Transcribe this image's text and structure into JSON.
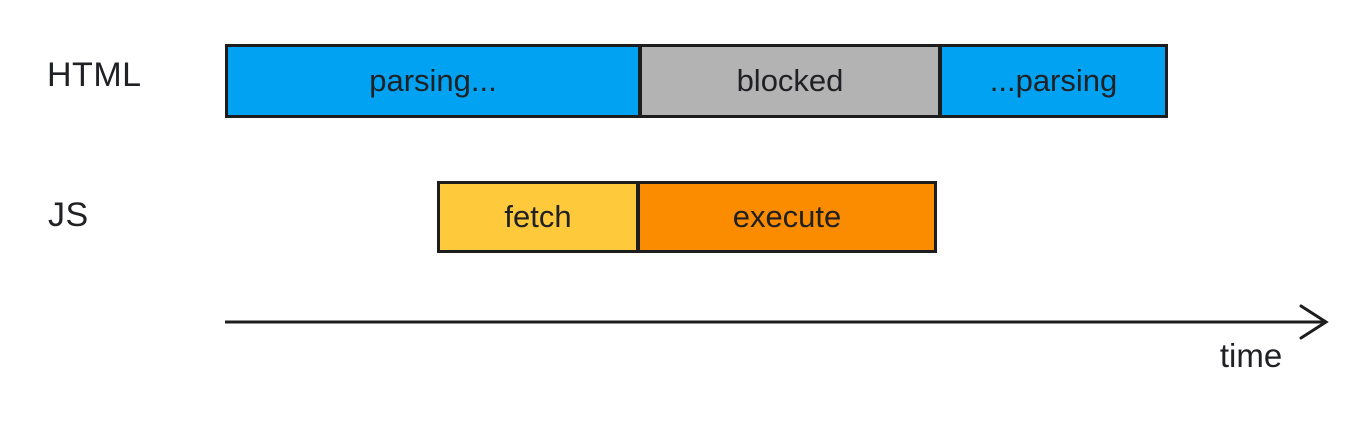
{
  "diagram": {
    "name": "html-parsing-blocked-by-script-timeline",
    "palette": {
      "parsing_blue": "#02a2f2",
      "blocked_gray": "#b3b3b3",
      "fetch_yellow": "#ffc93c",
      "execute_orange": "#fb8c00",
      "outline_black": "#1d1d1d",
      "text_black": "#202124"
    },
    "rows": [
      {
        "label": "HTML",
        "segments": [
          {
            "label": "parsing...",
            "color": "#02a2f2"
          },
          {
            "label": "blocked",
            "color": "#b3b3b3"
          },
          {
            "label": "...parsing",
            "color": "#02a2f2"
          }
        ]
      },
      {
        "label": "JS",
        "segments": [
          {
            "label": "fetch",
            "color": "#ffc93c"
          },
          {
            "label": "execute",
            "color": "#fb8c00"
          }
        ]
      }
    ],
    "axis": {
      "label": "time"
    }
  }
}
